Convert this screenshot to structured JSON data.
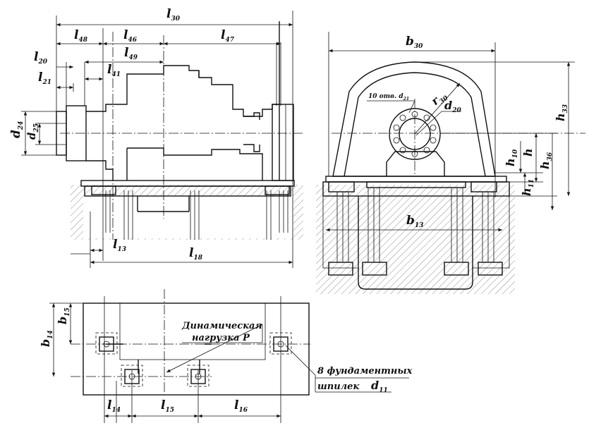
{
  "labels": {
    "l30": "30",
    "l48": "48",
    "l46": "46",
    "l47": "47",
    "l49": "49",
    "l20": "20",
    "l41": "41",
    "l21": "21",
    "l13": "13",
    "l18": "18",
    "d24": "24",
    "d25": "25",
    "b30": "30",
    "b13": "13",
    "r30": "30",
    "d20": "20",
    "h33": "33",
    "h10": "10",
    "h36": "36",
    "h11": "11",
    "b15": "15",
    "b14": "14",
    "l14": "14",
    "l15": "15",
    "l16": "16",
    "d11": "11"
  },
  "notes": {
    "holes": "10 отв. d",
    "holes_sub": "21",
    "dynamic_1": "Динамическая",
    "dynamic_2": "нагрузка  P",
    "bolts_1": "8 фундаментных",
    "bolts_2": "шпилек"
  },
  "symbols": {
    "l": "l",
    "d": "d",
    "b": "b",
    "h": "h",
    "r": "r",
    "hplain": "h"
  }
}
